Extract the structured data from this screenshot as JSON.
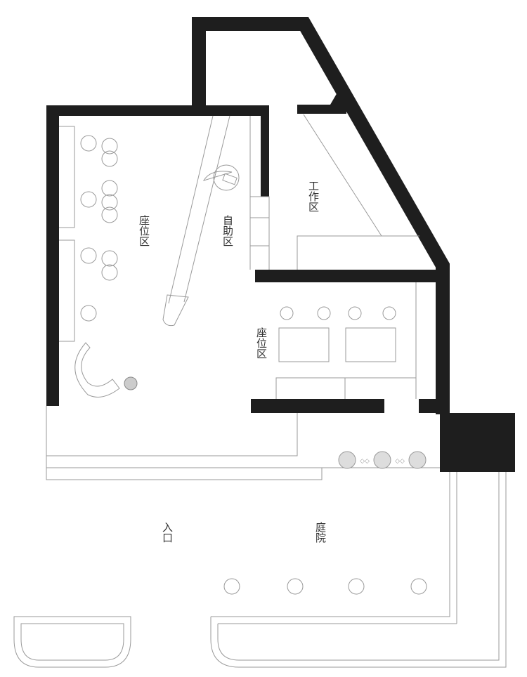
{
  "labels": {
    "seating_left": "座位区",
    "self_service": "自助区",
    "work_area": "工作区",
    "seating_right": "座位区",
    "entrance": "入口",
    "courtyard": "庭院"
  },
  "colors": {
    "wall": "#1e1e1e",
    "line": "#9a9a9a"
  }
}
